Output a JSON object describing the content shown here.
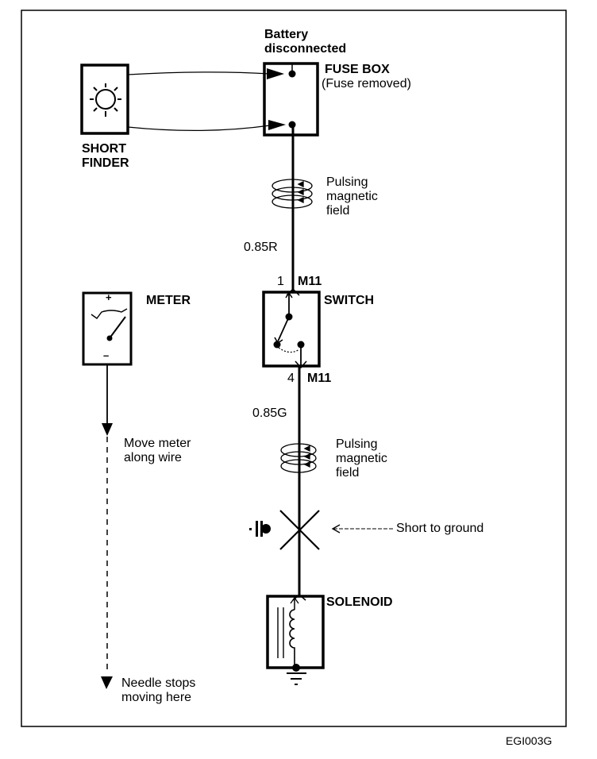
{
  "figure_id": "EGI003G",
  "colors": {
    "ink": "#000000",
    "background": "#ffffff"
  },
  "components": {
    "short_finder": {
      "label_line1": "SHORT",
      "label_line2": "FINDER"
    },
    "battery_note": {
      "line1": "Battery",
      "line2": "disconnected"
    },
    "fuse_box": {
      "label": "FUSE BOX",
      "note": "(Fuse removed)"
    },
    "meter": {
      "label": "METER",
      "plus": "+",
      "minus": "–"
    },
    "switch": {
      "label": "SWITCH",
      "pin_top": "1",
      "connector_top": "M11",
      "pin_bottom": "4",
      "connector_bottom": "M11"
    },
    "solenoid": {
      "label": "SOLENOID"
    }
  },
  "wires": {
    "upper": {
      "spec": "0.85R"
    },
    "lower": {
      "spec": "0.85G"
    }
  },
  "annotations": {
    "field_upper": {
      "line1": "Pulsing",
      "line2": "magnetic",
      "line3": "field"
    },
    "field_lower": {
      "line1": "Pulsing",
      "line2": "magnetic",
      "line3": "field"
    },
    "short": "Short to ground",
    "move_meter": {
      "line1": "Move meter",
      "line2": "along wire"
    },
    "needle_stops": {
      "line1": "Needle stops",
      "line2": "moving here"
    }
  }
}
